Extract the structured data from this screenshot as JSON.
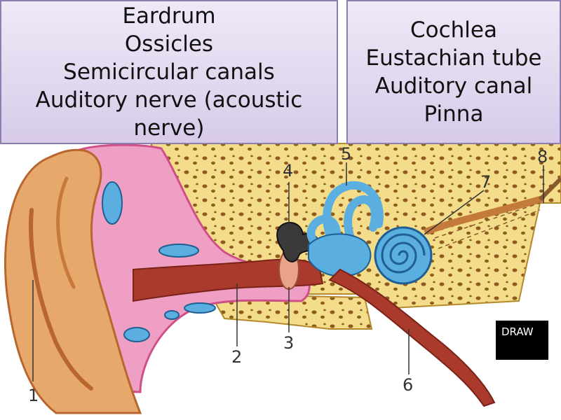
{
  "left_box": {
    "lines": [
      "Eardrum",
      "Ossicles",
      "Semicircular canals",
      "Auditory nerve (acoustic",
      "nerve)"
    ]
  },
  "right_box": {
    "lines": [
      "Cochlea",
      "Eustachian tube",
      "Auditory canal",
      "Pinna"
    ]
  },
  "labels": [
    "1",
    "2",
    "3",
    "4",
    "5",
    "6",
    "7",
    "8"
  ],
  "draw_box": {
    "text": "DRAW"
  },
  "colors": {
    "skin": "#e7a86c",
    "skin_dark": "#b8662e",
    "pink": "#ef9fc4",
    "pink_dark": "#cf4f88",
    "bone": "#f3dd8a",
    "bone_spot": "#8f5a1f",
    "canal": "#a93a2c",
    "inner_ear": "#5aaee0",
    "inner_ear_dark": "#1f5f92",
    "nerve": "#c47a3a",
    "box_border": "#8c7fae",
    "box_fill": "#e4dbf1"
  }
}
